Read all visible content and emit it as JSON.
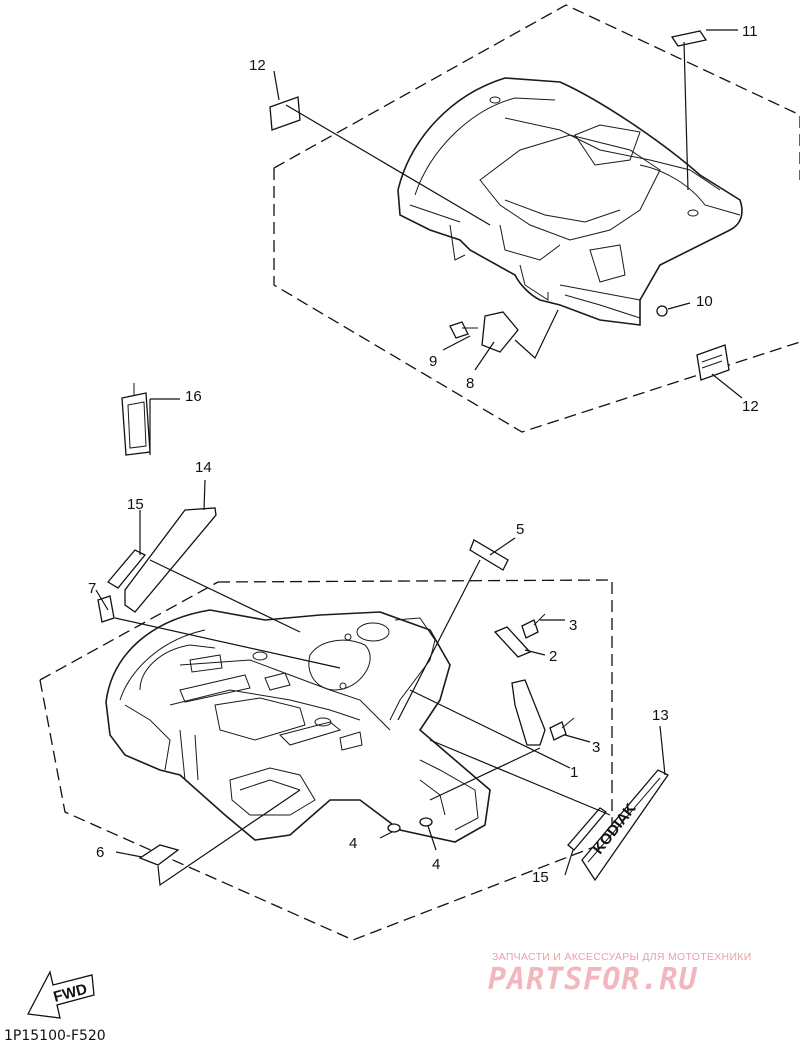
{
  "diagram": {
    "callouts": {
      "c1": "1",
      "c2": "2",
      "c3a": "3",
      "c3b": "3",
      "c4a": "4",
      "c4b": "4",
      "c5": "5",
      "c6": "6",
      "c7": "7",
      "c8": "8",
      "c9": "9",
      "c10": "10",
      "c11": "11",
      "c12a": "12",
      "c12b": "12",
      "c13": "13",
      "c14": "14",
      "c15a": "15",
      "c15b": "15",
      "c16": "16"
    },
    "fwd_label": "FWD",
    "decal_text": "KODIAK",
    "part_code": "1P15100-F520"
  },
  "watermark": {
    "tagline": "ЗАПЧАСТИ И АКСЕССУАРЫ ДЛЯ МОТОТЕХНИКИ",
    "brand": "PARTSFOR.RU",
    "brand_color": "#f2b7bd"
  }
}
